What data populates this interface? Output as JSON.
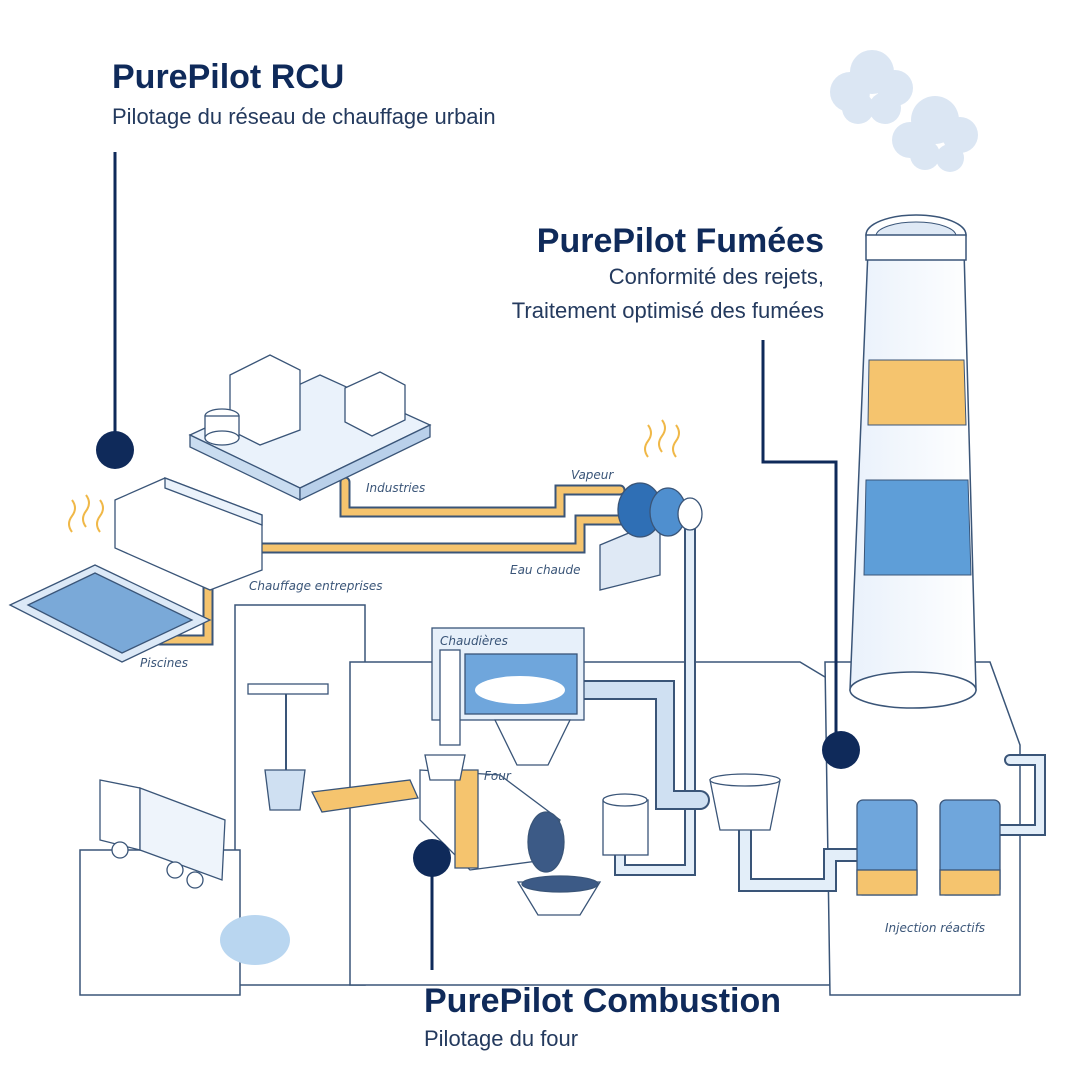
{
  "modules": {
    "rcu": {
      "title": "PurePilot RCU",
      "subtitle": "Pilotage du réseau de chauffage urbain"
    },
    "fumees": {
      "title": "PurePilot Fumées",
      "subtitle_line1": "Conformité des rejets,",
      "subtitle_line2": "Traitement optimisé des fumées"
    },
    "combustion": {
      "title": "PurePilot Combustion",
      "subtitle": "Pilotage du four"
    }
  },
  "labels": {
    "industries": "Industries",
    "vapeur": "Vapeur",
    "chauffage_entreprises": "Chauffage entreprises",
    "eau_chaude": "Eau chaude",
    "piscines": "Piscines",
    "chaudieres": "Chaudières",
    "four": "Four",
    "injection_reactifs": "Injection réactifs"
  },
  "colors": {
    "navy": "#0f2a5a",
    "pipe_orange": "#f5c46e",
    "light_blue": "#b9d6f0",
    "mid_blue": "#4f8fcf",
    "outline": "#3a5578"
  }
}
